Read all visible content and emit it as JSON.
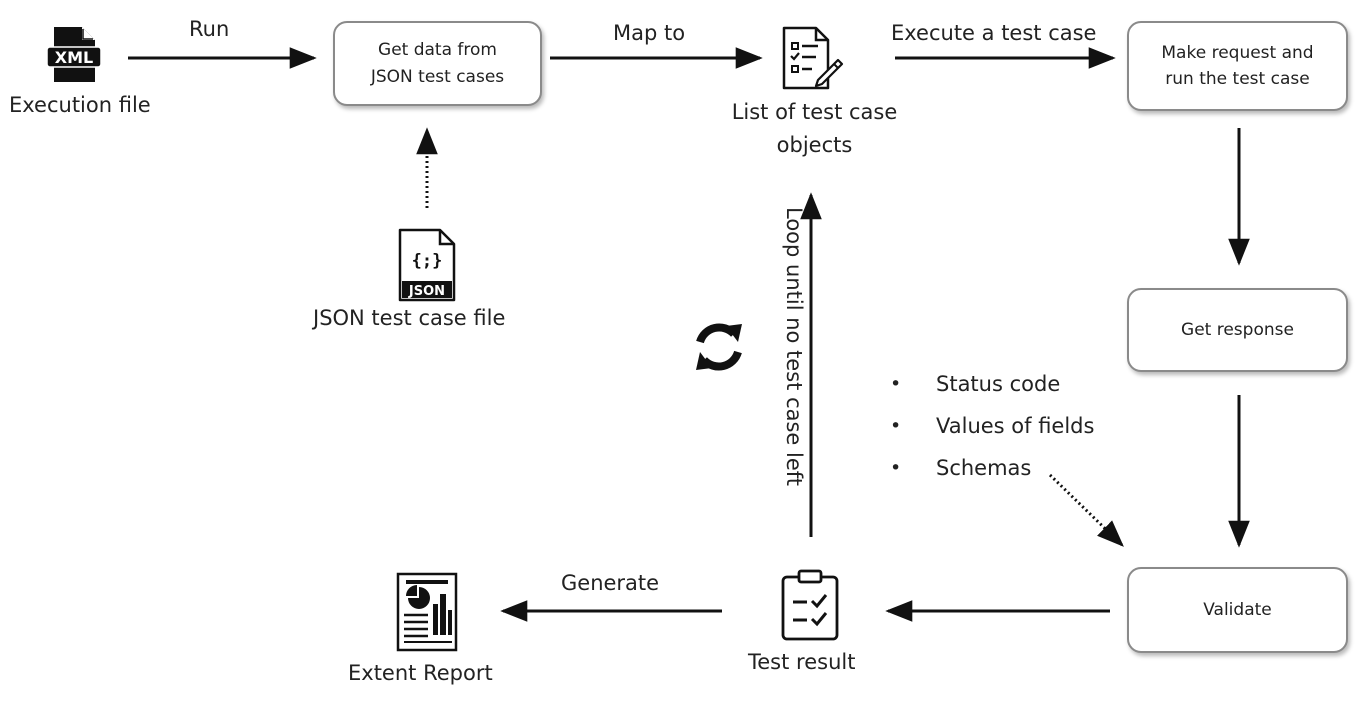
{
  "nodes": {
    "get_data": "Get data from JSON test cases",
    "make_request": "Make request and run the test case",
    "get_response": "Get response",
    "validate": "Validate"
  },
  "icons": {
    "xml_file": "XML",
    "json_file": "JSON",
    "json_braces": "{;}"
  },
  "labels": {
    "execution_file": "Execution file",
    "json_test_case_file": "JSON test case file",
    "list_of_test_case_objects": "List of test case objects",
    "test_result": "Test result",
    "extent_report": "Extent Report"
  },
  "edges": {
    "run": "Run",
    "map_to": "Map to",
    "execute": "Execute a test case",
    "generate": "Generate",
    "loop": "Loop until no test case left"
  },
  "validation_items": [
    "Status code",
    "Values of fields",
    "Schemas"
  ],
  "colors": {
    "box_border": "#8a8a8a",
    "arrow": "#111111",
    "text": "#222222"
  }
}
